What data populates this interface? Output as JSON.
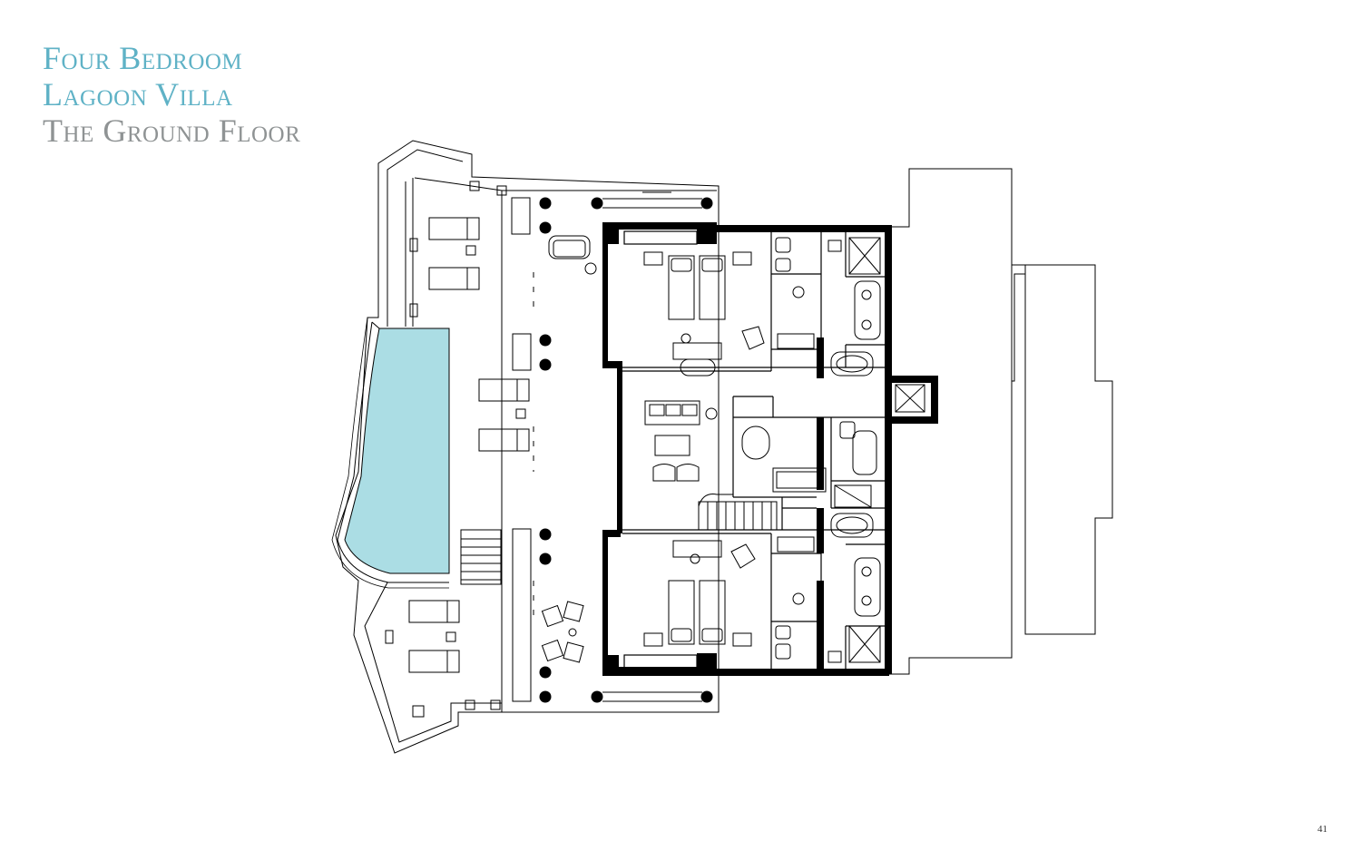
{
  "title": {
    "line1": "Four Bedroom",
    "line2": "Lagoon Villa",
    "line3": "The Ground Floor"
  },
  "page_number": "41",
  "colors": {
    "title_accent": "#5fb2c6",
    "title_secondary": "#8f9394",
    "pool_water": "#abdde4",
    "wall": "#000000"
  }
}
